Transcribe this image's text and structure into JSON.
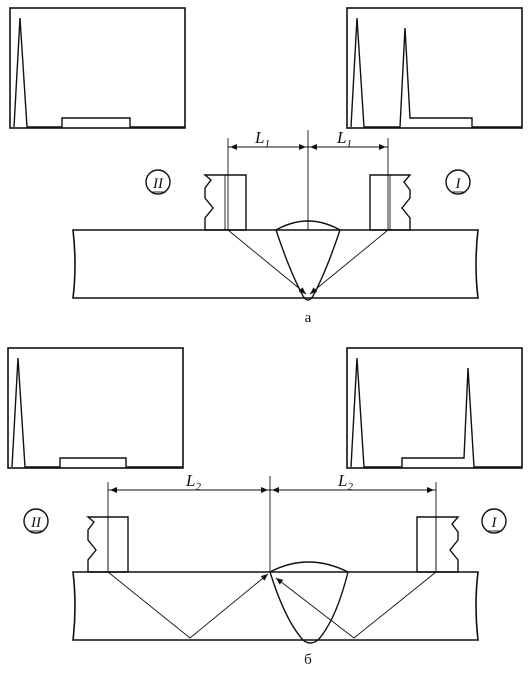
{
  "panel_a": {
    "caption": "а",
    "dimension_left": "L",
    "dimension_left_sub": "1",
    "dimension_right": "L",
    "dimension_right_sub": "1",
    "probe_left_label": "II",
    "probe_right_label": "I"
  },
  "panel_b": {
    "caption": "б",
    "dimension_left": "L",
    "dimension_left_sub": "2",
    "dimension_right": "L",
    "dimension_right_sub": "2",
    "probe_left_label": "II",
    "probe_right_label": "I"
  },
  "colors": {
    "ink": "#111111",
    "paper": "#ffffff"
  }
}
